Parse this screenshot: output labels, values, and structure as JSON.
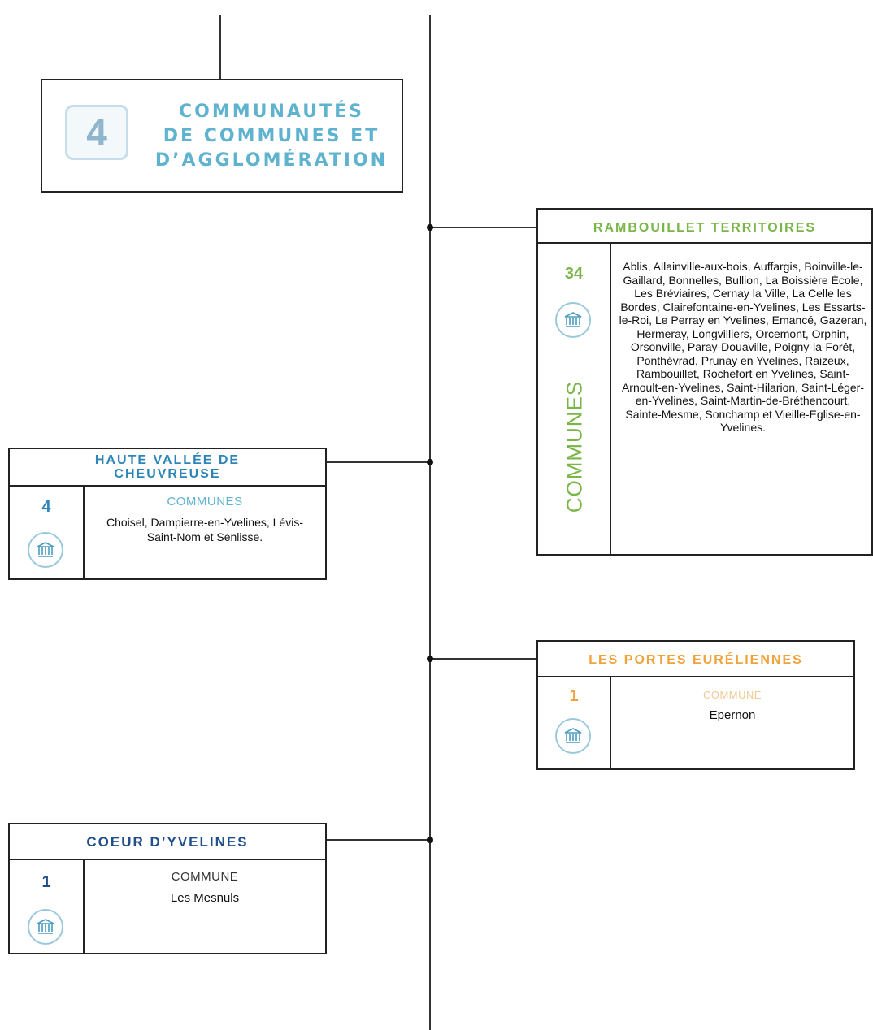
{
  "header": {
    "number": "4",
    "title_lines": [
      "COMMUNAUTÉS",
      "DE COMMUNES ET",
      "D’AGGLOMÉRATION"
    ]
  },
  "colors": {
    "header": "#5fb3cf",
    "rambouillet": "#7ab547",
    "portes": "#f0a23b",
    "haute_vallee": "#2e86b8",
    "coeur": "#1f4e8a",
    "icon": "#9ac8dc"
  },
  "icon": "town-hall-icon",
  "cards": {
    "rambouillet": {
      "title": "RAMBOUILLET TERRITOIRES",
      "count": "34",
      "label": "COMMUNES",
      "communes": "Ablis, Allainville-aux-bois, Auffargis, Boinville-le-Gaillard, Bonnelles, Bullion, La Boissière École, Les Bréviaires, Cernay la Ville, La Celle les Bordes, Clairefontaine-en-Yvelines, Les Essarts-le-Roi, Le Perray en Yvelines, Emancé, Gazeran, Hermeray, Longvilliers, Orcemont, Orphin, Orsonville, Paray-Douaville, Poigny-la-Forêt, Ponthévrad, Prunay en Yvelines, Raizeux, Rambouillet, Rochefort en Yvelines, Saint-Arnoult-en-Yvelines, Saint-Hilarion, Saint-Léger-en-Yvelines, Saint-Martin-de-Bréthencourt, Sainte-Mesme, Sonchamp et Vieille-Eglise-en-Yvelines."
    },
    "haute_vallee": {
      "title": "HAUTE VALLÉE DE CHEUVREUSE",
      "count": "4",
      "label": "COMMUNES",
      "communes": "Choisel, Dampierre-en-Yvelines, Lévis-Saint-Nom et Senlisse."
    },
    "portes": {
      "title": "LES PORTES EURÉLIENNES",
      "count": "1",
      "label": "COMMUNE",
      "communes": "Epernon"
    },
    "coeur": {
      "title": "COEUR D’YVELINES",
      "count": "1",
      "label": "COMMUNE",
      "communes": "Les Mesnuls"
    }
  }
}
